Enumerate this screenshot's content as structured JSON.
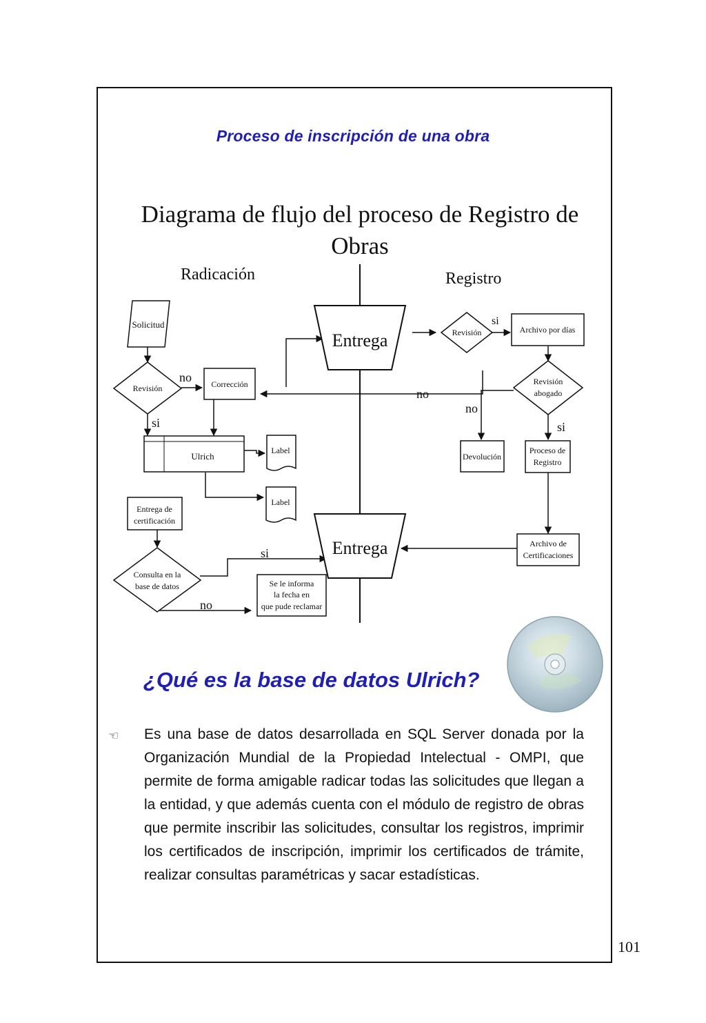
{
  "page": {
    "section_title": "Proceso de inscripción de una obra",
    "page_number": "101"
  },
  "diagram": {
    "title_line1": "Diagrama de flujo del proceso de Registro de",
    "title_line2": "Obras",
    "lane_left": "Radicación",
    "lane_right": "Registro",
    "nodes": {
      "solicitud": "Solicitud",
      "revision": "Revisión",
      "correccion": "Corrección",
      "ulrich": "Ulrich",
      "label_1": "Label",
      "label_2": "Label",
      "entrega_cert_1": "Entrega de",
      "entrega_cert_2": "certificación",
      "consulta_1": "Consulta en la",
      "consulta_2": "base de datos",
      "informa_1": "Se le informa",
      "informa_2": "la fecha en",
      "informa_3": "que pude reclamar",
      "entrega_top": "Entrega",
      "entrega_bottom": "Entrega",
      "revision_reg": "Revisión",
      "archivo_dias": "Archivo por días",
      "revision_abog_1": "Revisión",
      "revision_abog_2": "abogado",
      "devolucion": "Devolución",
      "proceso_1": "Proceso de",
      "proceso_2": "Registro",
      "archivo_cert_1": "Archivo de",
      "archivo_cert_2": "Certificaciones"
    },
    "edges": {
      "no_correccion": "no",
      "si_ulrich": "si",
      "si_archivo": "si",
      "no_entrega": "no",
      "no_devolucion": "no",
      "si_proceso": "si",
      "si_entrega": "si",
      "no_informa": "no"
    }
  },
  "section": {
    "question": "¿Qué es la base de datos Ulrich?",
    "bullet_icon": "pointing-hand-icon",
    "paragraph": "Es una base de datos desarrollada en SQL Server donada por la Organización Mundial de la Propiedad Intelectual - OMPI, que permite de forma amigable radicar todas las solicitudes que llegan a la entidad, y que además cuenta con el módulo de registro de obras que permite inscribir las solicitudes, consultar los registros, imprimir los certificados de inscripción, imprimir los certificados de trámite, realizar consultas paramétricas y sacar estadísticas."
  },
  "decoration": {
    "cd_icon": "cd-disc-icon",
    "title_color": "#1f1fb4"
  }
}
